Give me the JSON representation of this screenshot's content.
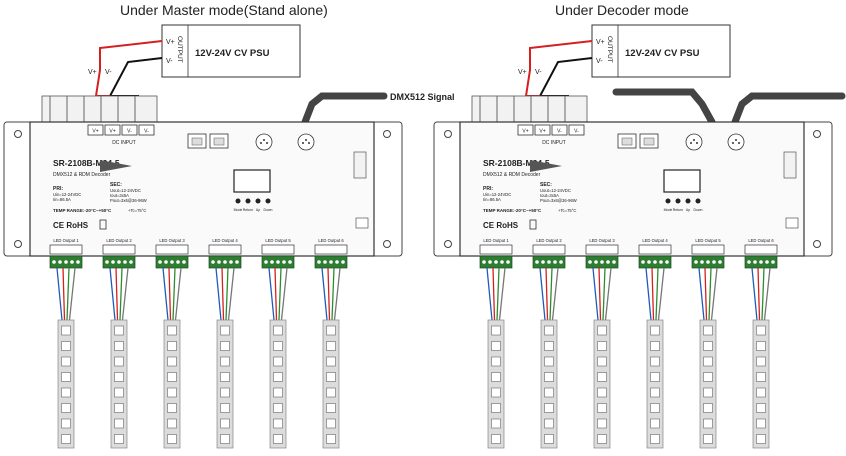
{
  "diagrams": [
    {
      "title": "Under Master mode(Stand alone)",
      "psu": {
        "label": "12V-24V CV PSU",
        "output": "OUTPUT",
        "v_plus": "V+",
        "v_minus": "V-"
      },
      "wire_plus": "V+",
      "wire_minus": "V-",
      "signal_label": "DMX512 Signal",
      "device": {
        "model": "SR-2108B-M24-5",
        "subtitle": "DMX512 & RDM Decoder",
        "dc_input": "DC INPUT",
        "terminals": [
          "V+",
          "V+",
          "V-",
          "V-"
        ],
        "pri_title": "PRI:",
        "pri_lines": [
          "Uin=12-24VDC",
          "Iin=86.5A"
        ],
        "sec_title": "SEC:",
        "sec_lines": [
          "Uout=12-24VDC",
          "Iout=3x5A",
          "Pout=3x6@36-96W"
        ],
        "temp": "TEMP RANGE:-20°C~+50°C",
        "tc": "+Tc=75°C",
        "certs": "CE RoHS",
        "buttons": [
          "Mode",
          "Return",
          "Up",
          "Down"
        ],
        "outputs": [
          "LED Output 1",
          "LED Output 2",
          "LED Output 3",
          "LED Output 4",
          "LED Output 5",
          "LED Output 6"
        ]
      }
    },
    {
      "title": "Under Decoder mode",
      "psu": {
        "label": "12V-24V CV PSU",
        "output": "OUTPUT",
        "v_plus": "V+",
        "v_minus": "V-"
      },
      "wire_plus": "V+",
      "wire_minus": "V-",
      "device": {
        "model": "SR-2108B-M24-5",
        "subtitle": "DMX512 & RDM Decoder",
        "dc_input": "DC INPUT",
        "terminals": [
          "V+",
          "V+",
          "V-",
          "V-"
        ],
        "pri_title": "PRI:",
        "pri_lines": [
          "Uin=12-24VDC",
          "Iin=86.5A"
        ],
        "sec_title": "SEC:",
        "sec_lines": [
          "Uout=12-24VDC",
          "Iout=3x5A",
          "Pout=3x6@36-96W"
        ],
        "temp": "TEMP RANGE:-20°C~+50°C",
        "tc": "+Tc=75°C",
        "certs": "CE RoHS",
        "buttons": [
          "Mode",
          "Return",
          "Up",
          "Down"
        ],
        "outputs": [
          "LED Output 1",
          "LED Output 2",
          "LED Output 3",
          "LED Output 4",
          "LED Output 5",
          "LED Output 6"
        ]
      }
    }
  ],
  "colors": {
    "plus_wire": "#d42020",
    "minus_wire": "#111111",
    "cable": "#444444",
    "strip": "#dcdcdc",
    "terminal": "#2e7d32"
  }
}
